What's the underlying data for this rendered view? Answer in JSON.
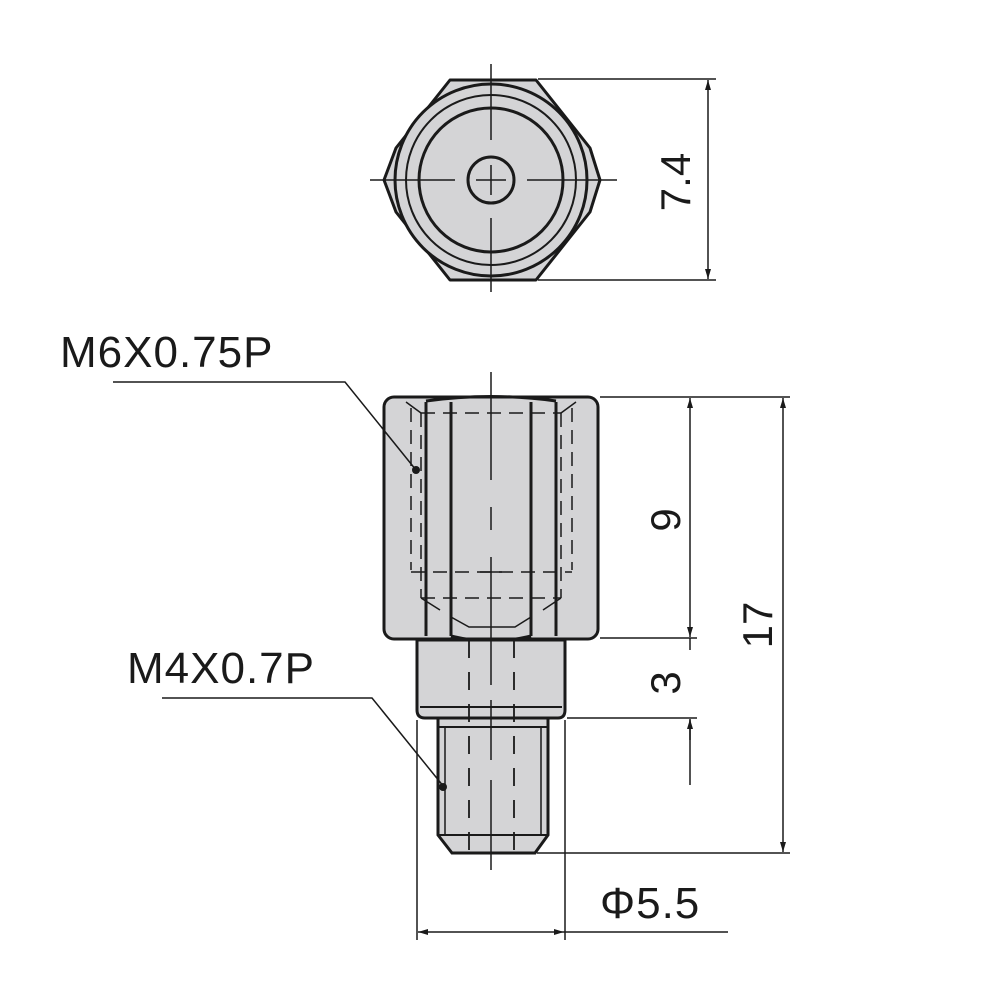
{
  "drawing": {
    "type": "mechanical-part",
    "views": [
      "top-view",
      "side-view"
    ],
    "fill_color": "#d4d4d6",
    "line_color": "#1a1a1a"
  },
  "callouts": {
    "upper_thread": "M6X0.75P",
    "lower_thread": "M4X0.7P"
  },
  "dimensions": {
    "hex_across_flats": "7.4",
    "hex_length": "9",
    "neck_length": "3",
    "overall_length": "17",
    "neck_diameter": "Φ5.5"
  }
}
